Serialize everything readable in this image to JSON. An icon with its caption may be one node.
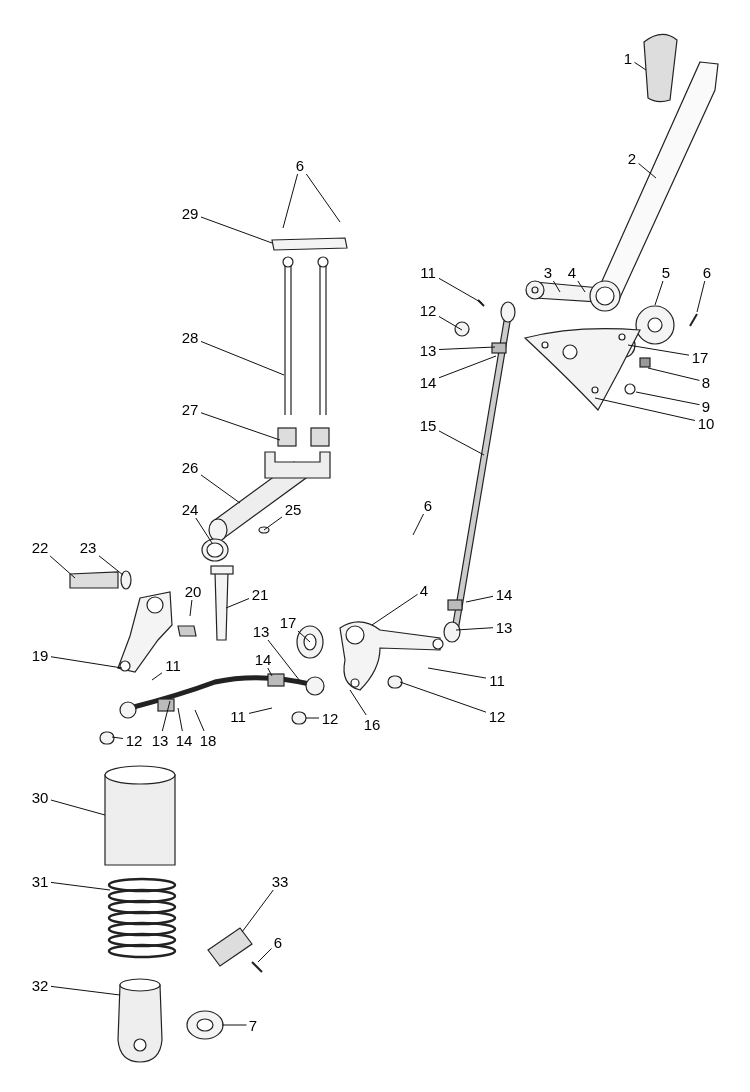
{
  "diagram": {
    "nodes": [
      {
        "text": [
          "1"
        ]
      },
      {
        "text": [
          "2"
        ]
      },
      {
        "text": [
          "6"
        ]
      },
      {
        "text": [
          "29"
        ]
      },
      {
        "text": [
          "11"
        ]
      },
      {
        "text": [
          "3"
        ]
      },
      {
        "text": [
          "4"
        ]
      },
      {
        "text": [
          "5"
        ]
      },
      {
        "text": [
          "6"
        ]
      },
      {
        "text": [
          "12"
        ]
      },
      {
        "text": [
          "28"
        ]
      },
      {
        "text": [
          "13"
        ]
      },
      {
        "text": [
          "17"
        ]
      },
      {
        "text": [
          "14"
        ]
      },
      {
        "text": [
          "8"
        ]
      },
      {
        "text": [
          "9"
        ]
      },
      {
        "text": [
          "27"
        ]
      },
      {
        "text": [
          "10"
        ]
      },
      {
        "text": [
          "15"
        ]
      },
      {
        "text": [
          "26"
        ]
      },
      {
        "text": [
          "6"
        ]
      },
      {
        "text": [
          "24"
        ]
      },
      {
        "text": [
          "25"
        ]
      },
      {
        "text": [
          "22"
        ]
      },
      {
        "text": [
          "23"
        ]
      },
      {
        "text": [
          "20"
        ]
      },
      {
        "text": [
          "21"
        ]
      },
      {
        "text": [
          "4"
        ]
      },
      {
        "text": [
          "14"
        ]
      },
      {
        "text": [
          "17"
        ]
      },
      {
        "text": [
          "13"
        ]
      },
      {
        "text": [
          "13"
        ]
      },
      {
        "text": [
          "19"
        ]
      },
      {
        "text": [
          "14"
        ]
      },
      {
        "text": [
          "11"
        ]
      },
      {
        "text": [
          "11"
        ]
      },
      {
        "text": [
          "11"
        ]
      },
      {
        "text": [
          "12"
        ]
      },
      {
        "text": [
          "16"
        ]
      },
      {
        "text": [
          "12"
        ]
      },
      {
        "text": [
          "12"
        ]
      },
      {
        "text": [
          "13"
        ]
      },
      {
        "text": [
          "14"
        ]
      },
      {
        "text": [
          "18"
        ]
      },
      {
        "text": [
          "30"
        ]
      },
      {
        "text": [
          "31"
        ]
      },
      {
        "text": [
          "33"
        ]
      },
      {
        "text": [
          "6"
        ]
      },
      {
        "text": [
          "32"
        ]
      },
      {
        "text": [
          "7"
        ]
      }
    ],
    "edges": [
      {
        "from": 0,
        "to": null,
        "arrow": "none"
      },
      {
        "from": 1,
        "to": null,
        "arrow": "none"
      },
      {
        "from": 2,
        "to": null,
        "arrow": "none"
      },
      {
        "from": 2,
        "to": null,
        "arrow": "none"
      },
      {
        "from": 3,
        "to": null,
        "arrow": "none"
      },
      {
        "from": 4,
        "to": null,
        "arrow": "none"
      },
      {
        "from": 5,
        "to": null,
        "arrow": "none"
      },
      {
        "from": 6,
        "to": null,
        "arrow": "none"
      },
      {
        "from": 7,
        "to": null,
        "arrow": "none"
      },
      {
        "from": 8,
        "to": null,
        "arrow": "none"
      },
      {
        "from": 9,
        "to": null,
        "arrow": "none"
      },
      {
        "from": 10,
        "to": null,
        "arrow": "none"
      },
      {
        "from": 11,
        "to": null,
        "arrow": "none"
      },
      {
        "from": 12,
        "to": null,
        "arrow": "none"
      },
      {
        "from": 13,
        "to": null,
        "arrow": "none"
      },
      {
        "from": 14,
        "to": null,
        "arrow": "none"
      },
      {
        "from": 15,
        "to": null,
        "arrow": "none"
      },
      {
        "from": 16,
        "to": null,
        "arrow": "none"
      },
      {
        "from": 17,
        "to": null,
        "arrow": "none"
      },
      {
        "from": 18,
        "to": null,
        "arrow": "none"
      },
      {
        "from": 19,
        "to": null,
        "arrow": "none"
      },
      {
        "from": 20,
        "to": null,
        "arrow": "none"
      },
      {
        "from": 21,
        "to": null,
        "arrow": "none"
      },
      {
        "from": 22,
        "to": null,
        "arrow": "none"
      },
      {
        "from": 23,
        "to": null,
        "arrow": "none"
      },
      {
        "from": 24,
        "to": null,
        "arrow": "none"
      },
      {
        "from": 25,
        "to": null,
        "arrow": "none"
      },
      {
        "from": 26,
        "to": null,
        "arrow": "none"
      },
      {
        "from": 27,
        "to": null,
        "arrow": "none"
      },
      {
        "from": 28,
        "to": null,
        "arrow": "none"
      },
      {
        "from": 29,
        "to": null,
        "arrow": "none"
      },
      {
        "from": 30,
        "to": null,
        "arrow": "none"
      },
      {
        "from": 31,
        "to": null,
        "arrow": "none"
      },
      {
        "from": 32,
        "to": null,
        "arrow": "none"
      },
      {
        "from": 33,
        "to": null,
        "arrow": "none"
      },
      {
        "from": 34,
        "to": null,
        "arrow": "none"
      },
      {
        "from": 35,
        "to": null,
        "arrow": "none"
      },
      {
        "from": 36,
        "to": null,
        "arrow": "none"
      },
      {
        "from": 37,
        "to": null,
        "arrow": "none"
      },
      {
        "from": 38,
        "to": null,
        "arrow": "none"
      },
      {
        "from": 39,
        "to": null,
        "arrow": "none"
      },
      {
        "from": 40,
        "to": null,
        "arrow": "none"
      },
      {
        "from": 41,
        "to": null,
        "arrow": "none"
      },
      {
        "from": 42,
        "to": null,
        "arrow": "none"
      },
      {
        "from": 43,
        "to": null,
        "arrow": "none"
      },
      {
        "from": 44,
        "to": null,
        "arrow": "none"
      },
      {
        "from": 45,
        "to": null,
        "arrow": "none"
      },
      {
        "from": 46,
        "to": null,
        "arrow": "none"
      },
      {
        "from": 47,
        "to": null,
        "arrow": "none"
      },
      {
        "from": 48,
        "to": null,
        "arrow": "none"
      },
      {
        "from": 49,
        "to": null,
        "arrow": "none"
      }
    ]
  }
}
